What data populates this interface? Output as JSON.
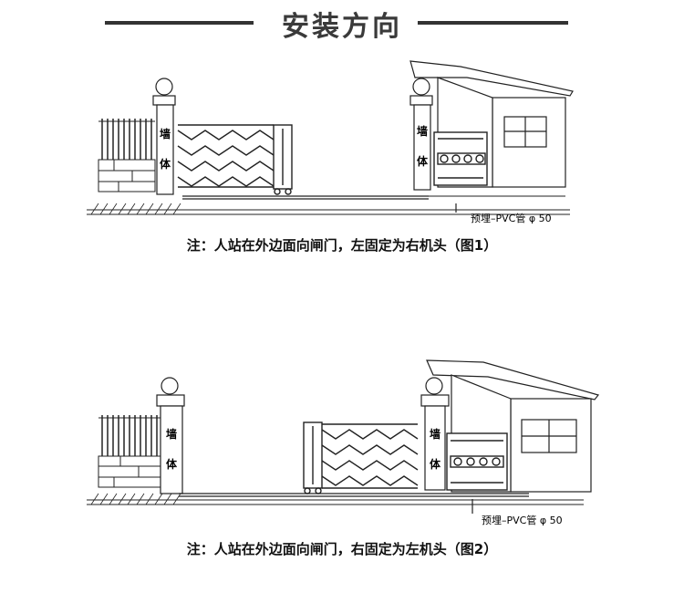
{
  "header": {
    "title": "安装方向"
  },
  "diagrams": [
    {
      "wall_label_top": "墙",
      "wall_label_bottom": "体",
      "pvc_label": "预埋–PVC管 φ 50",
      "caption": "注：人站在外边面向闸门，左固定为右机头（图1）"
    },
    {
      "wall_label_top": "墙",
      "wall_label_bottom": "体",
      "pvc_label": "预埋–PVC管 φ 50",
      "caption": "注：人站在外边面向闸门，右固定为左机头（图2）"
    }
  ],
  "colors": {
    "line": "#222222",
    "title_bar": "#333333",
    "title_text": "#3a3a3a"
  }
}
